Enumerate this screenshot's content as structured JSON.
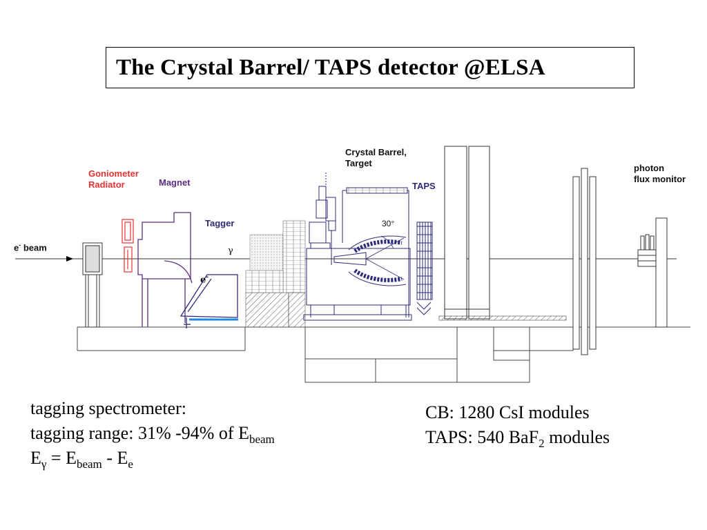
{
  "title": "The Crystal Barrel/ TAPS detector @ELSA",
  "labels": {
    "goniometer_line1": "Goniometer",
    "goniometer_line2": "Radiator",
    "magnet": "Magnet",
    "tagger": "Tagger",
    "beam_e": "e",
    "beam_sup": "-",
    "beam_word": " beam",
    "gamma": "γ",
    "electron_e": "e",
    "electron_sup": "-",
    "crystal_barrel_line1": "Crystal Barrel,",
    "crystal_barrel_line2": "Target",
    "taps": "TAPS",
    "angle": "30°",
    "flux_line1": "photon",
    "flux_line2": "flux monitor"
  },
  "left_text": {
    "line1": "tagging spectrometer:",
    "line2_prefix": "tagging range: 31% -94% of E",
    "line2_sub": "beam",
    "line3_e1": "E",
    "line3_sub1": "γ",
    "line3_mid": " = E",
    "line3_sub2": "beam",
    "line3_mid2": " - E",
    "line3_sub3": "e"
  },
  "right_text": {
    "line1": "CB: 1280 CsI modules",
    "line2_prefix": "TAPS: 540 BaF",
    "line2_sub": "2",
    "line2_suffix": " modules"
  },
  "colors": {
    "goniometer": "#e53030",
    "magnet": "#5a2d82",
    "tagger": "#2a2a7a",
    "detector_lines": "#2b2b7a",
    "beamline": "#333333",
    "tagger_hodoscope": "#1e88e5"
  }
}
